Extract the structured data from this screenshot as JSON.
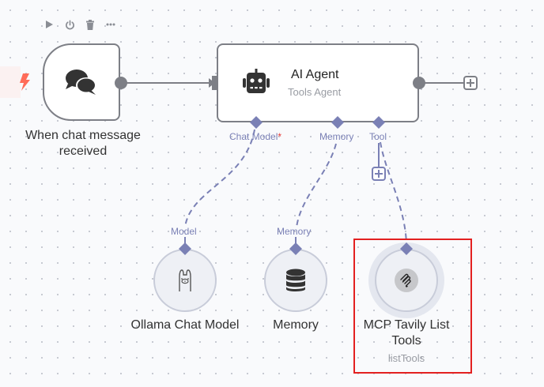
{
  "canvas": {
    "background": "#f9fafc",
    "edge_color": "#7d7f86",
    "ai_edge_color": "#7a80b5",
    "selection_color": "#e32020",
    "trigger_color": "#ff6d5a"
  },
  "toolbar": {
    "items": [
      {
        "name": "execute",
        "icon": "play-icon"
      },
      {
        "name": "deactivate",
        "icon": "power-icon"
      },
      {
        "name": "delete",
        "icon": "trash-icon"
      },
      {
        "name": "more",
        "icon": "ellipsis-icon"
      }
    ]
  },
  "nodes": {
    "chat_trigger": {
      "label_line1": "When chat message",
      "label_line2": "received",
      "icon": "chat-bubbles-icon",
      "trigger_icon": "lightning-bolt-icon"
    },
    "ai_agent": {
      "title": "AI Agent",
      "subtitle": "Tools Agent",
      "icon": "robot-icon",
      "ports": {
        "chat_model": "Chat Model",
        "chat_model_required": "*",
        "memory": "Memory",
        "tool": "Tool"
      }
    },
    "ollama": {
      "label": "Ollama Chat Model",
      "port_label": "Model",
      "icon": "llama-icon"
    },
    "memory": {
      "label": "Memory",
      "port_label": "Memory",
      "icon": "database-icon"
    },
    "mcp": {
      "label_line1": "MCP Tavily List",
      "label_line2": "Tools",
      "subtitle": "listTools",
      "icon": "mcp-icon",
      "selected": true
    }
  },
  "buttons": {
    "add_after_agent": "+",
    "add_tool": "+"
  }
}
